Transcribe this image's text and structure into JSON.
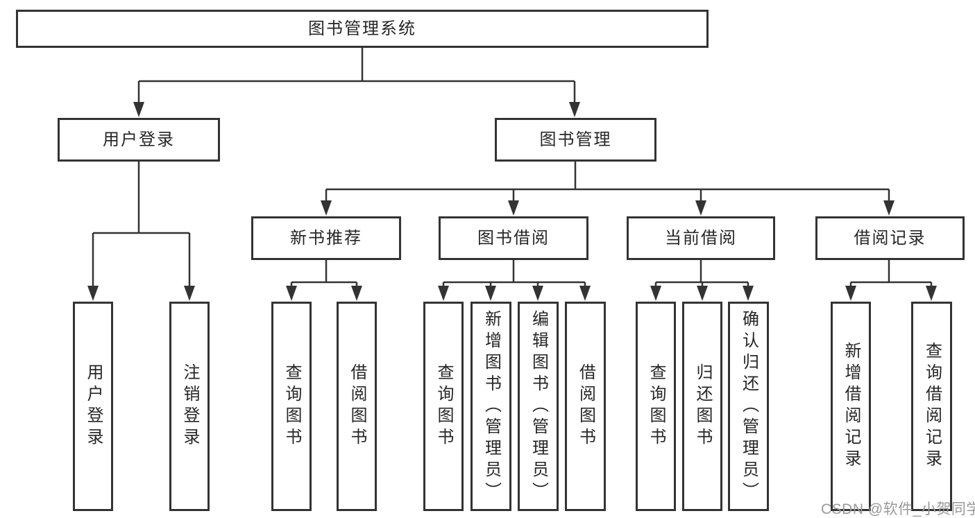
{
  "tree": {
    "label": "图书管理系统",
    "children": [
      {
        "label": "用户登录",
        "children": [
          {
            "label": "用户登录"
          },
          {
            "label": "注销登录"
          }
        ]
      },
      {
        "label": "图书管理",
        "children": [
          {
            "label": "新书推荐",
            "children": [
              {
                "label": "查询图书"
              },
              {
                "label": "借阅图书"
              }
            ]
          },
          {
            "label": "图书借阅",
            "children": [
              {
                "label": "查询图书"
              },
              {
                "label": "新增图书（管理员）"
              },
              {
                "label": "编辑图书（管理员）"
              },
              {
                "label": "借阅图书"
              }
            ]
          },
          {
            "label": "当前借阅",
            "children": [
              {
                "label": "查询图书"
              },
              {
                "label": "归还图书"
              },
              {
                "label": "确认归还（管理员）"
              }
            ]
          },
          {
            "label": "借阅记录",
            "children": [
              {
                "label": "新增借阅记录"
              },
              {
                "label": "查询借阅记录"
              }
            ]
          }
        ]
      }
    ]
  },
  "watermark": {
    "text": "CSDN @软件_小贺同学"
  },
  "colors": {
    "line": "#333333",
    "text": "#262626",
    "watermark": "#999999",
    "background": "#ffffff"
  }
}
